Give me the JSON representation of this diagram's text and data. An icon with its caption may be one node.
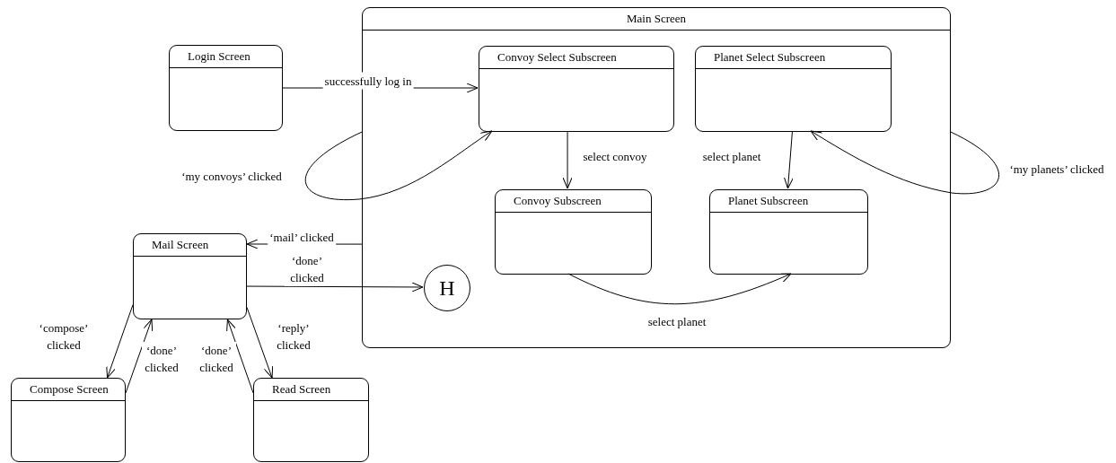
{
  "diagram": {
    "nodes": [
      {
        "text": [
          "Main Screen"
        ]
      },
      {
        "text": [
          "Login Screen"
        ]
      },
      {
        "text": [
          "Convoy Select Subscreen"
        ],
        "in": 0
      },
      {
        "text": [
          "Planet Select Subscreen"
        ],
        "in": 0
      },
      {
        "text": [
          "Convoy Subscreen"
        ],
        "in": 0
      },
      {
        "text": [
          "Planet Subscreen"
        ],
        "in": 0
      },
      {
        "text": [
          "H"
        ],
        "in": 0
      },
      {
        "text": [
          "Mail Screen"
        ]
      },
      {
        "text": [
          "Compose Screen"
        ]
      },
      {
        "text": [
          "Read Screen"
        ]
      }
    ],
    "edges": [
      {
        "from": 1,
        "to": 2,
        "arrow": "to",
        "label": "successfully log in"
      },
      {
        "from": 0,
        "to": 2,
        "arrow": "to",
        "label": "‘my convoys’ clicked"
      },
      {
        "from": 0,
        "to": 3,
        "arrow": "to",
        "label": "‘my planets’ clicked"
      },
      {
        "from": 2,
        "to": 4,
        "arrow": "to",
        "label": "select convoy"
      },
      {
        "from": 3,
        "to": 5,
        "arrow": "to",
        "label": "select planet"
      },
      {
        "from": 4,
        "to": 5,
        "arrow": "to",
        "label": "select planet"
      },
      {
        "from": 0,
        "to": 7,
        "arrow": "to",
        "label": "‘mail’ clicked"
      },
      {
        "from": 7,
        "to": 6,
        "arrow": "to",
        "label": "‘done’ clicked"
      },
      {
        "from": 7,
        "to": 8,
        "arrow": "to",
        "label": "‘compose’ clicked"
      },
      {
        "from": 8,
        "to": 7,
        "arrow": "to",
        "label": "‘done’ clicked"
      },
      {
        "from": 9,
        "to": 7,
        "arrow": "to",
        "label": "‘done’ clicked"
      },
      {
        "from": 7,
        "to": 9,
        "arrow": "to",
        "label": "‘reply’ clicked"
      }
    ]
  }
}
